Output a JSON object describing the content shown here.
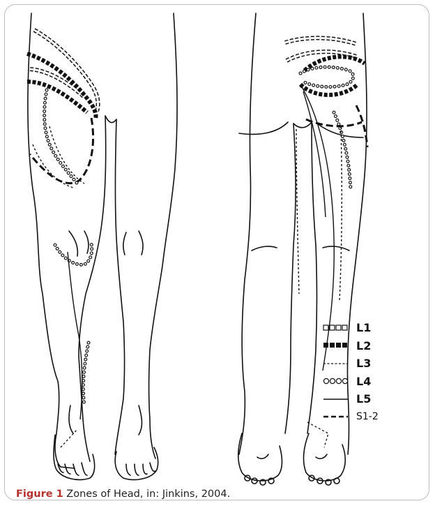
{
  "legend": {
    "items": [
      {
        "label": "L1",
        "style": "open-squares"
      },
      {
        "label": "L2",
        "style": "filled-squares"
      },
      {
        "label": "L3",
        "style": "dotted-line"
      },
      {
        "label": "L4",
        "style": "open-circles"
      },
      {
        "label": "L5",
        "style": "solid-line"
      },
      {
        "label": "S1-2",
        "style": "dashed-line"
      }
    ]
  },
  "caption": {
    "figure_label": "Figure 1",
    "text": " Zones of Head, in: Jinkins, 2004."
  },
  "colors": {
    "frame_border": "#bdbdbd",
    "figure_label": "#b5322f",
    "line_art": "#111111"
  }
}
